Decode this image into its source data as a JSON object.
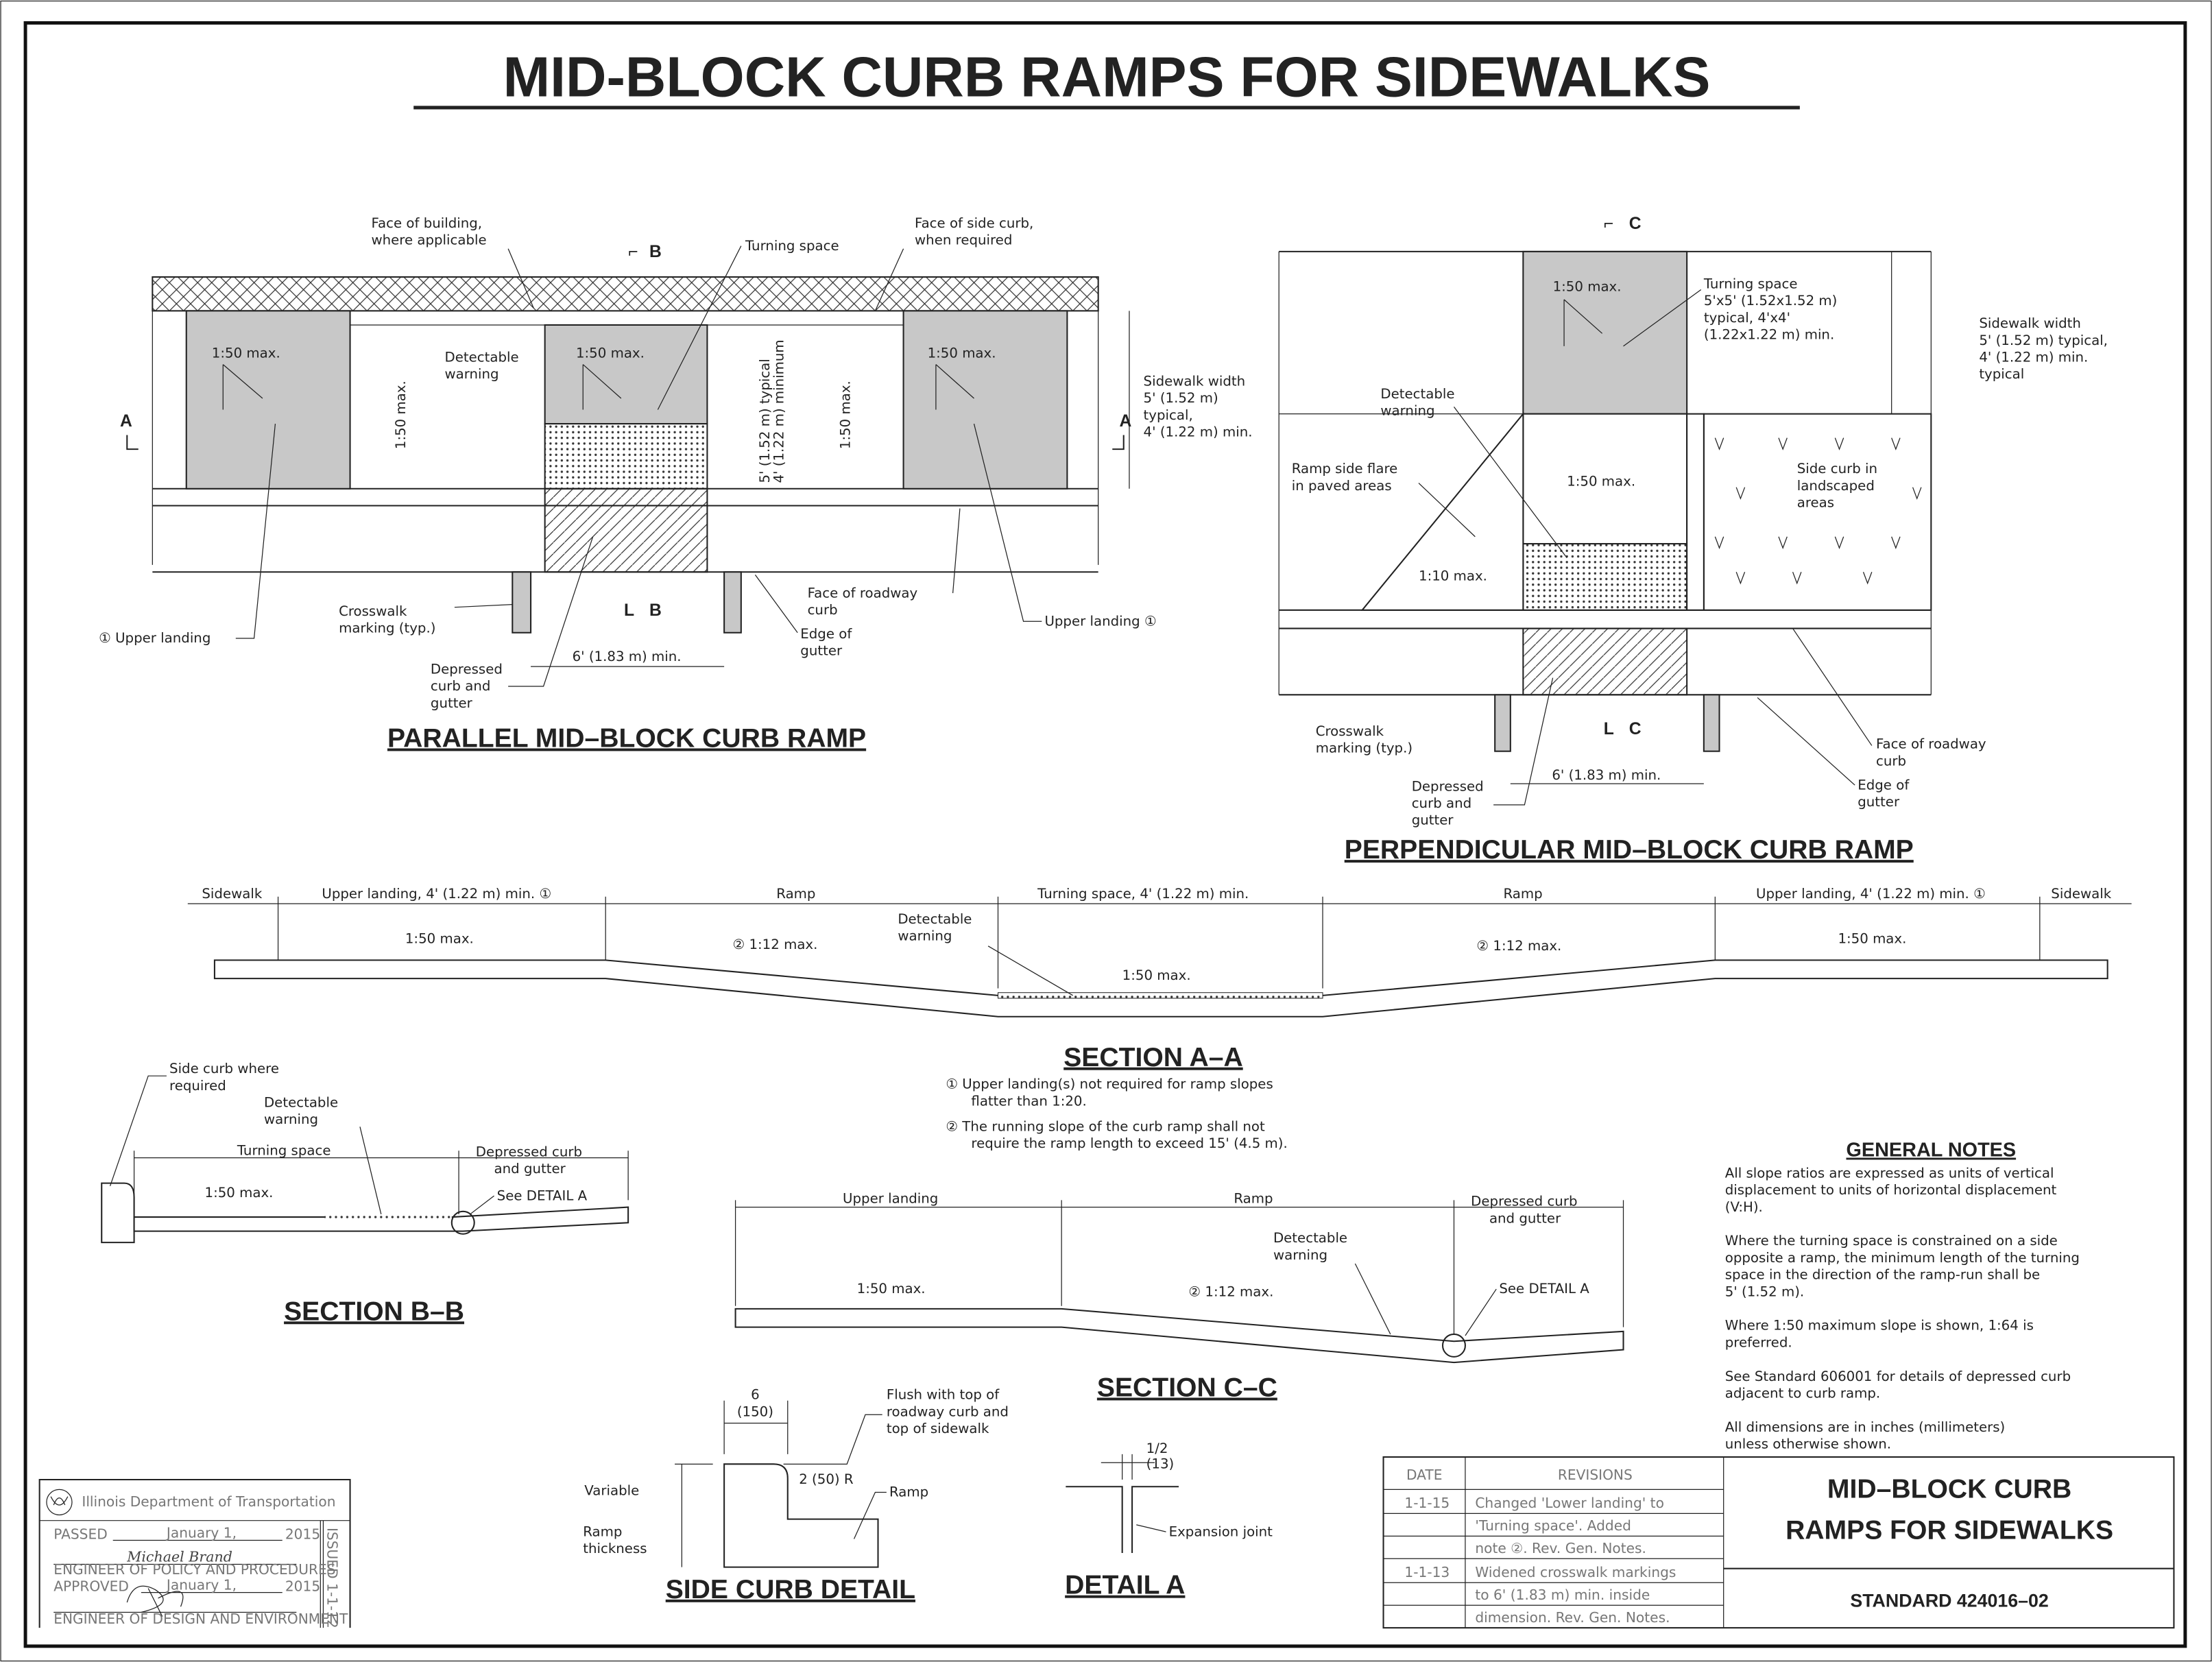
{
  "title": "MID-BLOCK CURB RAMPS FOR SIDEWALKS",
  "parallel": {
    "caption": "PARALLEL MID–BLOCK CURB RAMP",
    "face_building": [
      "Face of building,",
      "where applicable"
    ],
    "turning_space": "Turning space",
    "face_side_curb": [
      "Face of side curb,",
      "when required"
    ],
    "section_b": "B",
    "section_a": "A",
    "slope_150": "1:50 max.",
    "detectable": [
      "Detectable",
      "warning"
    ],
    "width_typ": [
      "5' (1.52 m) typical",
      "4' (1.22 m) minimum"
    ],
    "sidewalk_width": [
      "Sidewalk width",
      "5' (1.52 m)",
      "typical,",
      "4' (1.22 m) min."
    ],
    "upper_landing_left": "① Upper landing",
    "upper_landing_right": "Upper landing ①",
    "crosswalk": [
      "Crosswalk",
      "marking (typ.)"
    ],
    "depressed": [
      "Depressed",
      "curb and",
      "gutter"
    ],
    "face_roadway": [
      "Face of roadway",
      "curb"
    ],
    "edge_gutter": [
      "Edge of",
      "gutter"
    ],
    "dim_6ft": "6' (1.83 m) min."
  },
  "perpendicular": {
    "caption": "PERPENDICULAR MID–BLOCK CURB RAMP",
    "section_c": "C",
    "slope_150": "1:50 max.",
    "slope_110": "1:10 max.",
    "turning_space": [
      "Turning space",
      "5'x5' (1.52x1.52 m)",
      "typical, 4'x4'",
      "(1.22x1.22 m) min."
    ],
    "sidewalk_width": [
      "Sidewalk width",
      "5' (1.52 m) typical,",
      "4' (1.22 m) min.",
      "typical"
    ],
    "detectable": [
      "Detectable",
      "warning"
    ],
    "flare": [
      "Ramp side flare",
      "in paved areas"
    ],
    "side_curb": [
      "Side curb in",
      "landscaped",
      "areas"
    ],
    "crosswalk": [
      "Crosswalk",
      "marking (typ.)"
    ],
    "depressed": [
      "Depressed",
      "curb and",
      "gutter"
    ],
    "dim_6ft": "6' (1.83 m) min.",
    "face_roadway": [
      "Face of roadway",
      "curb"
    ],
    "edge_gutter": [
      "Edge of",
      "gutter"
    ]
  },
  "section_aa": {
    "caption": "SECTION A–A",
    "headers": [
      "Sidewalk",
      "Upper landing, 4' (1.22 m) min. ①",
      "Ramp",
      "Turning space, 4' (1.22 m) min.",
      "Ramp",
      "Upper landing, 4' (1.22 m) min. ①",
      "Sidewalk"
    ],
    "slope_150": "1:50 max.",
    "slope_112": "② 1:12 max.",
    "detectable": [
      "Detectable",
      "warning"
    ],
    "notes": [
      [
        "① Upper landing(s) not required for ramp slopes",
        "flatter than 1:20."
      ],
      [
        "② The running slope of the curb ramp shall not",
        "require the ramp length to exceed 15' (4.5 m)."
      ]
    ]
  },
  "section_bb": {
    "caption": "SECTION B–B",
    "side_curb": [
      "Side curb where",
      "required"
    ],
    "detectable": [
      "Detectable",
      "warning"
    ],
    "turning_space": "Turning space",
    "depressed": [
      "Depressed curb",
      "and gutter"
    ],
    "slope_150": "1:50 max.",
    "see_detail": "See DETAIL A"
  },
  "section_cc": {
    "caption": "SECTION C–C",
    "upper_landing": "Upper landing",
    "ramp": "Ramp",
    "depressed": [
      "Depressed curb",
      "and gutter"
    ],
    "detectable": [
      "Detectable",
      "warning"
    ],
    "slope_150": "1:50 max.",
    "slope_112": "② 1:12 max.",
    "see_detail": "See DETAIL A"
  },
  "side_curb_detail": {
    "caption": "SIDE CURB DETAIL",
    "width": [
      "6",
      "(150)"
    ],
    "flush": [
      "Flush with top of",
      "roadway curb and",
      "top of sidewalk"
    ],
    "radius": "2 (50) R",
    "variable": "Variable",
    "ramp": "Ramp",
    "ramp_thickness": [
      "Ramp",
      "thickness"
    ]
  },
  "detail_a": {
    "caption": "DETAIL A",
    "gap": [
      "1/2",
      "(13)"
    ],
    "expansion": "Expansion joint"
  },
  "general_notes": {
    "heading": "GENERAL NOTES",
    "paragraphs": [
      [
        "All slope ratios are expressed as units of vertical",
        "displacement to units of horizontal displacement",
        "(V:H)."
      ],
      [
        "Where the turning space is constrained on a side",
        "opposite a ramp, the minimum length of the turning",
        "space in the direction of the ramp-run shall be",
        "5' (1.52 m)."
      ],
      [
        "Where 1:50 maximum slope is shown, 1:64 is",
        "preferred."
      ],
      [
        "See Standard 606001 for details of depressed curb",
        "adjacent to curb ramp."
      ],
      [
        "All dimensions are in inches (millimeters)",
        "unless otherwise shown."
      ]
    ]
  },
  "revisions": {
    "date_header": "DATE",
    "rev_header": "REVISIONS",
    "rows": [
      {
        "date": "1-1-15",
        "text": "Changed 'Lower landing' to"
      },
      {
        "date": "",
        "text": "'Turning space'. Added"
      },
      {
        "date": "",
        "text": "note ②.  Rev. Gen. Notes."
      },
      {
        "date": "1-1-13",
        "text": "Widened crosswalk markings"
      },
      {
        "date": "",
        "text": "to 6' (1.83 m) min. inside"
      },
      {
        "date": "",
        "text": "dimension. Rev. Gen. Notes."
      }
    ]
  },
  "title_block": {
    "title": [
      "MID–BLOCK CURB",
      "RAMPS FOR SIDEWALKS"
    ],
    "standard": "STANDARD 424016–02"
  },
  "approval": {
    "agency": "Illinois Department of Transportation",
    "passed_label": "PASSED",
    "passed_date": "January 1,",
    "passed_year": "2015",
    "signer1": "Michael Brand",
    "role1": "ENGINEER OF POLICY AND PROCEDURES",
    "approved_label": "APPROVED",
    "approved_date": "January 1,",
    "approved_year": "2015",
    "role2": "ENGINEER OF DESIGN AND ENVIRONMENT",
    "issued": "ISSUED 1-1-12"
  }
}
